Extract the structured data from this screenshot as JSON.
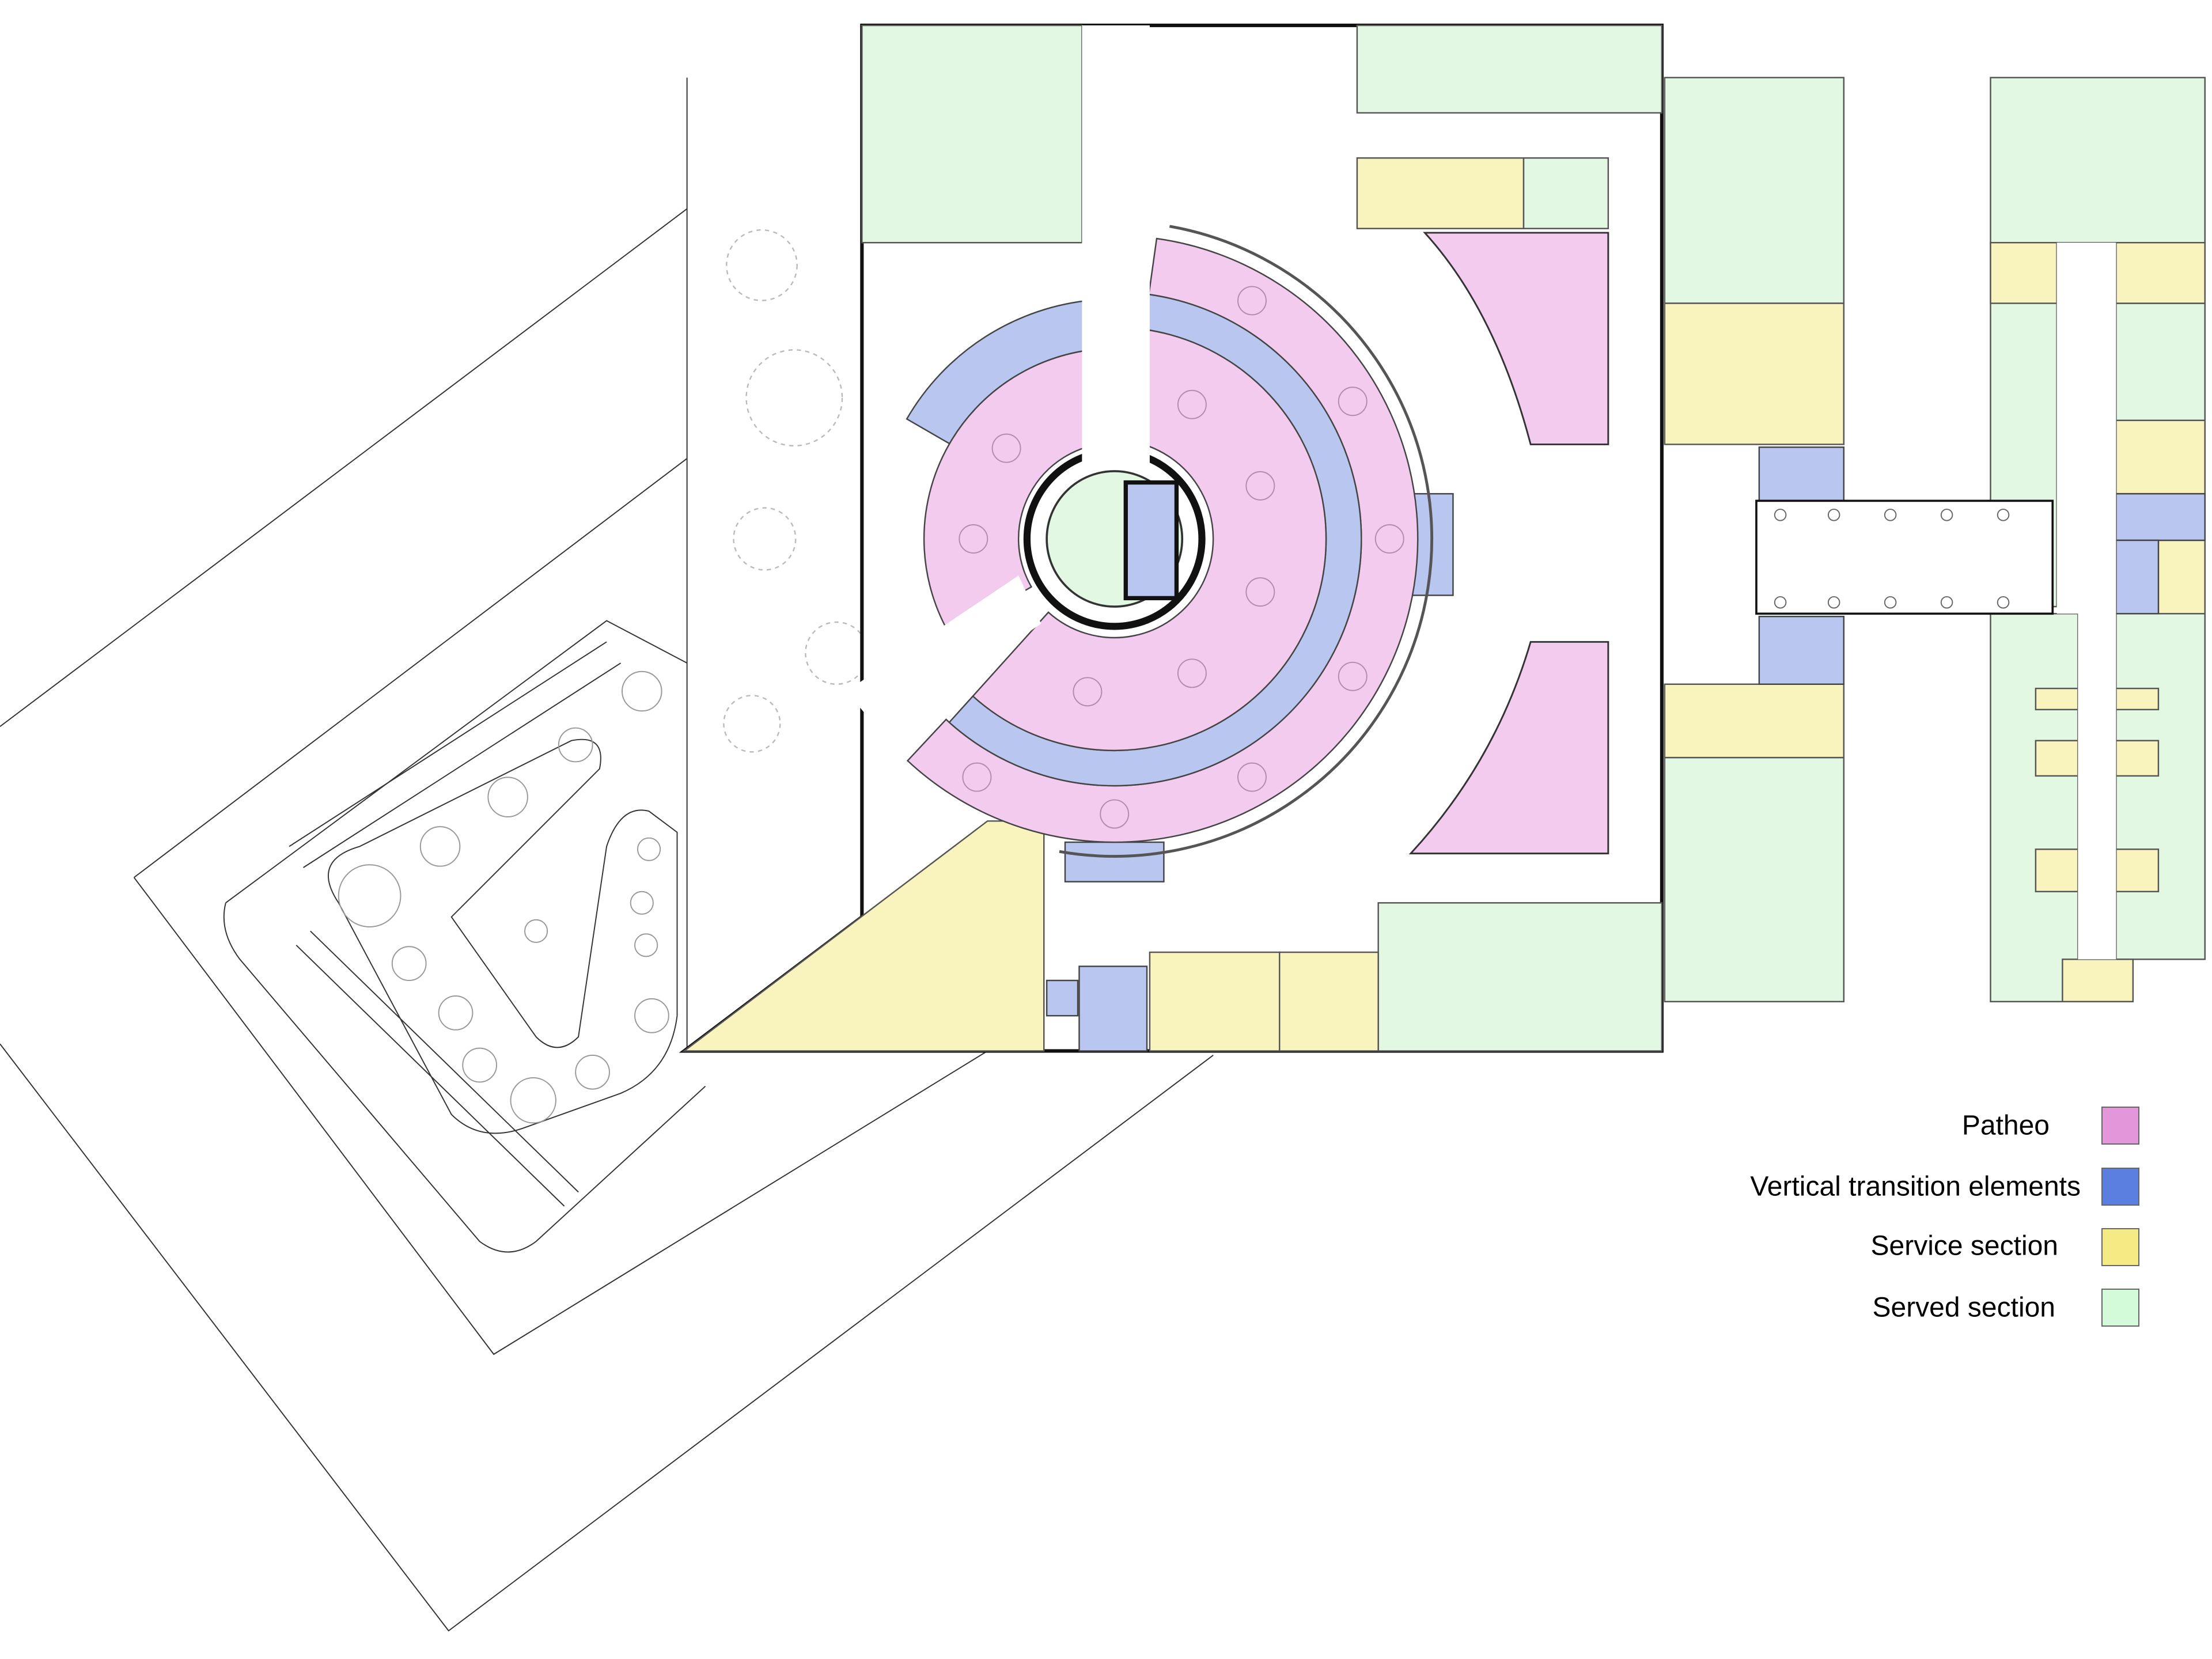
{
  "legend": {
    "items": [
      {
        "label": "Patheo",
        "color": "#e396da"
      },
      {
        "label": "Vertical transition elements",
        "color": "#5b7fe0"
      },
      {
        "label": "Service section",
        "color": "#f5eb85"
      },
      {
        "label": "Served section",
        "color": "#d4fbd9"
      }
    ]
  },
  "plan_colors": {
    "patheo_fill": "#f2cbee",
    "vertical_fill": "#b9c6f0",
    "service_fill": "#f9f4bd",
    "served_fill": "#e3f8e3",
    "wall": "#111111"
  }
}
